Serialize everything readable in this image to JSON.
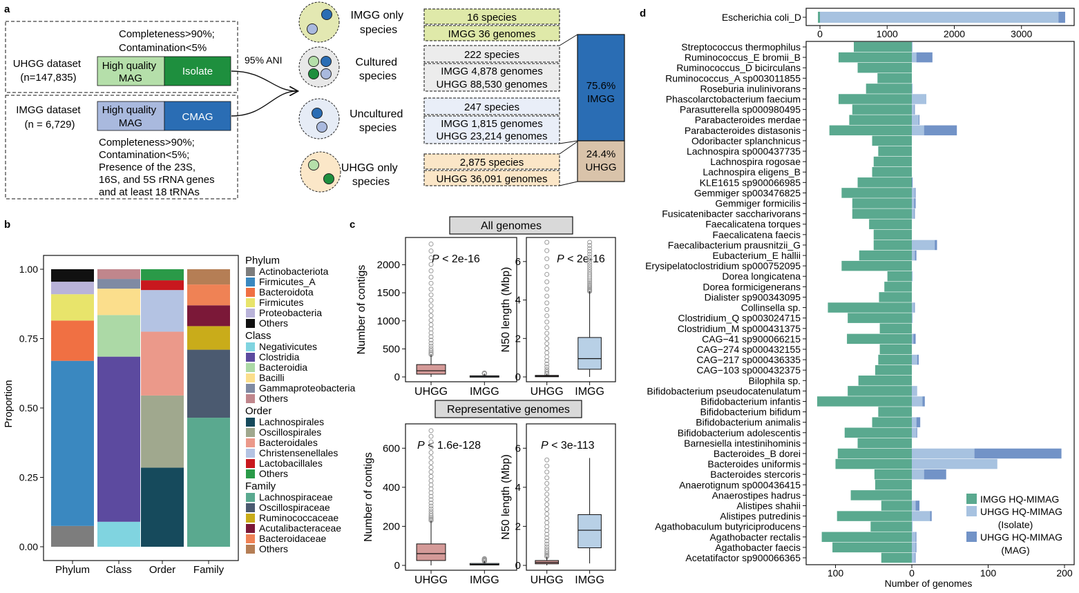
{
  "panel_a": {
    "label": "a",
    "uhgg_dataset": [
      "UHGG dataset",
      "(n=147,835)"
    ],
    "uhgg_criteria": [
      "Completeness>90%;",
      "Contamination<5%"
    ],
    "uhgg_box_left": [
      "High quality",
      "MAG"
    ],
    "uhgg_box_right": "Isolate",
    "imgg_dataset": [
      "IMGG dataset",
      "(n = 6,729)"
    ],
    "imgg_box_left": [
      "High quality",
      "MAG"
    ],
    "imgg_box_right": "CMAG",
    "imgg_criteria": [
      "Completeness>90%;",
      "Contamination<5%;",
      "Presence of the 23S,",
      "16S, and 5S rRNA  genes",
      "and at least 18 tRNAs"
    ],
    "ani": "95% ANI",
    "categories": [
      {
        "name": [
          "IMGG only",
          "species"
        ],
        "fill": "#e3e8b2"
      },
      {
        "name": [
          "Cultured",
          "species"
        ],
        "fill": "#e8e8e8"
      },
      {
        "name": [
          "Uncultured",
          "species"
        ],
        "fill": "#e6ecf6"
      },
      {
        "name": [
          "UHGG only",
          "species"
        ],
        "fill": "#fbe7c8"
      }
    ],
    "boxes": [
      {
        "lines": [
          "16 species",
          "IMGG 36 genomes"
        ],
        "fill": "#dfe9a9"
      },
      {
        "lines": [
          "222 species",
          "IMGG 4,878 genomes",
          "UHGG 88,530 genomes"
        ],
        "fill": "#ececec"
      },
      {
        "lines": [
          "247 species",
          "IMGG 1,815 genomes",
          "UHGG 23,214 genomes"
        ],
        "fill": "#e9eef8"
      },
      {
        "lines": [
          "2,875 species",
          "UHGG 36,091 genomes"
        ],
        "fill": "#fbe6c7"
      }
    ],
    "share": [
      {
        "value": "75.6%",
        "label": "IMGG",
        "fill": "#2a6db4"
      },
      {
        "value": "24.4%",
        "label": "UHGG",
        "fill": "#d9c3aa"
      }
    ]
  },
  "panel_b": {
    "label": "b",
    "ylabel": "Proportion",
    "yticks": [
      "0.00",
      "0.25",
      "0.50",
      "0.75",
      "1.00"
    ],
    "legend": [
      {
        "title": "Phylum",
        "items": [
          [
            "Actinobacteriota",
            "#7d7d7d"
          ],
          [
            "Firmicutes_A",
            "#3a88c0"
          ],
          [
            "Bacteroidota",
            "#f07043"
          ],
          [
            "Firmicutes",
            "#e8e46b"
          ],
          [
            "Proteobacteria",
            "#b9b3d9"
          ],
          [
            "Others",
            "#111111"
          ]
        ]
      },
      {
        "title": "Class",
        "items": [
          [
            "Negativicutes",
            "#80d4e0"
          ],
          [
            "Clostridia",
            "#5c4a9f"
          ],
          [
            "Bacteroidia",
            "#acd9a6"
          ],
          [
            "Bacilli",
            "#fbde8c"
          ],
          [
            "Gammaproteobacteria",
            "#7f8aa3"
          ],
          [
            "Others",
            "#c0868c"
          ]
        ]
      },
      {
        "title": "Order",
        "items": [
          [
            "Lachnospirales",
            "#164a5c"
          ],
          [
            "Oscillospirales",
            "#a0a88e"
          ],
          [
            "Bacteroidales",
            "#eb998a"
          ],
          [
            "Christensenellales",
            "#b4c3e3"
          ],
          [
            "Lactobacillales",
            "#c8181e"
          ],
          [
            "Others",
            "#2a9a48"
          ]
        ]
      },
      {
        "title": "Family",
        "items": [
          [
            "Lachnospiraceae",
            "#5aa98f"
          ],
          [
            "Oscillospiraceae",
            "#4b5a70"
          ],
          [
            "Ruminococcaceae",
            "#c9ac1a"
          ],
          [
            "Acutalibacteraceae",
            "#7b1838"
          ],
          [
            "Bacteroidaceae",
            "#ef8255"
          ],
          [
            "Others",
            "#b57e55"
          ]
        ]
      }
    ]
  },
  "panel_c": {
    "label": "c",
    "group1_title": "All genomes",
    "group2_title": "Representative genomes",
    "plots": [
      {
        "ylabel": "Number of contigs",
        "pval": "< 2e-16",
        "yticks": [
          "0",
          "500",
          "1000",
          "1500",
          "2000"
        ]
      },
      {
        "ylabel": "N50 length (Mbp)",
        "pval": "< 2e-16",
        "yticks": [
          "0",
          "2",
          "4",
          "6"
        ]
      },
      {
        "ylabel": "Number of contigs",
        "pval": "< 1.6e-128",
        "yticks": [
          "0",
          "200",
          "400",
          "600"
        ]
      },
      {
        "ylabel": "N50 length (Mbp)",
        "pval": " < 3e-113",
        "yticks": [
          "0",
          "2",
          "4",
          "6"
        ]
      }
    ],
    "p_letter": "P",
    "xcats": [
      "UHGG",
      "IMGG"
    ]
  },
  "panel_d": {
    "label": "d",
    "xlabel": "Number of genomes",
    "top_ticks": [
      "0",
      "1000",
      "2000",
      "3000"
    ],
    "bottom_ticks": [
      "100",
      "0",
      "100",
      "200"
    ],
    "legend": [
      {
        "label": [
          "IMGG HQ-MIMAG"
        ],
        "color": "#5aa98f"
      },
      {
        "label": [
          "UHGG HQ-MIMAG",
          "(Isolate)"
        ],
        "color": "#a7c2e0"
      },
      {
        "label": [
          "UHGG HQ-MIMAG",
          "(MAG)"
        ],
        "color": "#7293c7"
      }
    ],
    "colors": {
      "imgg": "#5aa98f",
      "isolate": "#a7c2e0",
      "mag": "#7293c7"
    }
  },
  "chart_data": [
    {
      "type": "bar",
      "stacked": true,
      "ylabel": "Proportion",
      "ylim": [
        0,
        1
      ],
      "categories": [
        "Phylum",
        "Class",
        "Order",
        "Family"
      ],
      "stacks": {
        "Phylum": [
          [
            "Actinobacteriota",
            0.075
          ],
          [
            "Firmicutes_A",
            0.595
          ],
          [
            "Bacteroidota",
            0.145
          ],
          [
            "Firmicutes",
            0.095
          ],
          [
            "Proteobacteria",
            0.045
          ],
          [
            "Others",
            0.045
          ]
        ],
        "Class": [
          [
            "Negativicutes",
            0.09
          ],
          [
            "Clostridia",
            0.595
          ],
          [
            "Bacteroidia",
            0.15
          ],
          [
            "Bacilli",
            0.095
          ],
          [
            "Gammaproteobacteria",
            0.035
          ],
          [
            "Others",
            0.035
          ]
        ],
        "Order": [
          [
            "Lachnospirales",
            0.285
          ],
          [
            "Oscillospirales",
            0.26
          ],
          [
            "Bacteroidales",
            0.23
          ],
          [
            "Christensenellales",
            0.15
          ],
          [
            "Lactobacillales",
            0.035
          ],
          [
            "Others",
            0.04
          ]
        ],
        "Family": [
          [
            "Lachnospiraceae",
            0.465
          ],
          [
            "Oscillospiraceae",
            0.245
          ],
          [
            "Ruminococcaceae",
            0.085
          ],
          [
            "Acutalibacteraceae",
            0.075
          ],
          [
            "Bacteroidaceae",
            0.075
          ],
          [
            "Others",
            0.055
          ]
        ]
      }
    },
    {
      "type": "box",
      "title": "All genomes",
      "ylabel": "Number of contigs",
      "ylim": [
        0,
        2400
      ],
      "categories": [
        "UHGG",
        "IMGG"
      ],
      "boxes": [
        {
          "q1": 50,
          "median": 110,
          "q3": 220,
          "whislo": 0,
          "whishi": 400,
          "outliers_max": 2370
        },
        {
          "q1": 5,
          "median": 10,
          "q3": 20,
          "whislo": 0,
          "whishi": 60,
          "outliers_max": 70
        }
      ]
    },
    {
      "type": "box",
      "title": "All genomes",
      "ylabel": "N50 length (Mbp)",
      "ylim": [
        0,
        7
      ],
      "categories": [
        "UHGG",
        "IMGG"
      ],
      "boxes": [
        {
          "q1": 0.02,
          "median": 0.04,
          "q3": 0.08,
          "whislo": 0,
          "whishi": 0.15,
          "outliers_max": 7.0
        },
        {
          "q1": 0.4,
          "median": 0.95,
          "q3": 2.05,
          "whislo": 0,
          "whishi": 4.45,
          "outliers_max": 7.0
        }
      ]
    },
    {
      "type": "box",
      "title": "Representative genomes",
      "ylabel": "Number of contigs",
      "ylim": [
        0,
        700
      ],
      "categories": [
        "UHGG",
        "IMGG"
      ],
      "boxes": [
        {
          "q1": 25,
          "median": 60,
          "q3": 110,
          "whislo": 0,
          "whishi": 230,
          "outliers_max": 690
        },
        {
          "q1": 2,
          "median": 5,
          "q3": 10,
          "whislo": 0,
          "whishi": 22,
          "outliers_max": 35
        }
      ]
    },
    {
      "type": "box",
      "title": "Representative genomes",
      "ylabel": "N50 length (Mbp)",
      "ylim": [
        0,
        7
      ],
      "categories": [
        "UHGG",
        "IMGG"
      ],
      "boxes": [
        {
          "q1": 0.08,
          "median": 0.15,
          "q3": 0.25,
          "whislo": 0,
          "whishi": 0.45,
          "outliers_max": 5.4
        },
        {
          "q1": 0.9,
          "median": 1.8,
          "q3": 2.6,
          "whislo": 0.1,
          "whishi": 5.5,
          "outliers_max": 5.5
        }
      ]
    },
    {
      "type": "bar",
      "orientation": "horizontal",
      "xlabel": "",
      "categories": [
        "Escherichia coli_D"
      ],
      "series": [
        {
          "name": "IMGG HQ-MIMAG",
          "values": [
            30
          ]
        },
        {
          "name": "UHGG HQ-MIMAG (Isolate)",
          "values": [
            3550
          ]
        },
        {
          "name": "UHGG HQ-MIMAG (MAG)",
          "values": [
            100
          ]
        }
      ],
      "xlim": [
        -50,
        3800
      ]
    },
    {
      "type": "bar",
      "orientation": "horizontal",
      "diverging": true,
      "xlabel": "Number of genomes",
      "xlim": [
        -125,
        200
      ],
      "categories": [
        "Streptococcus thermophilus",
        "Ruminococcus_E bromii_B",
        "Ruminococcus_D bicirculans",
        "Ruminococcus_A sp003011855",
        "Roseburia inulinivorans",
        "Phascolarctobacterium faecium",
        "Parasutterella sp000980495",
        "Parabacteroides merdae",
        "Parabacteroides distasonis",
        "Odoribacter splanchnicus",
        "Lachnospira sp000437735",
        "Lachnospira rogosae",
        "Lachnospira eligens_B",
        "KLE1615 sp900066985",
        "Gemmiger sp003476825",
        "Gemmiger formicilis",
        "Fusicatenibacter saccharivorans",
        "Faecalicatena torques",
        "Faecalicatena faecis",
        "Faecalibacterium prausnitzii_G",
        "Eubacterium_E hallii",
        "Erysipelatoclostridium sp000752095",
        "Dorea longicatena",
        "Dorea formicigenerans",
        "Dialister sp900343095",
        "Collinsella sp.",
        "Clostridium_Q sp003024715",
        "Clostridium_M sp000431375",
        "CAG−41 sp900066215",
        "CAG−274 sp000432155",
        "CAG−217 sp000436335",
        "CAG−103 sp000432375",
        "Bilophila sp.",
        "Bifidobacterium pseudocatenulatum",
        "Bifidobacterium infantis",
        "Bifidobacterium bifidum",
        "Bifidobacterium animalis",
        "Bifidobacterium adolescentis",
        "Barnesiella intestinihominis",
        "Bacteroides_B dorei",
        "Bacteroides uniformis",
        "Bacteroides stercoris",
        "Anaerotignum sp000436415",
        "Anaerostipes hadrus",
        "Alistipes shahii",
        "Alistipes putredinis",
        "Agathobaculum butyriciproducens",
        "Agathobacter rectalis",
        "Agathobacter faecis",
        "Acetatifactor sp900066365"
      ],
      "series": [
        {
          "name": "IMGG HQ-MIMAG",
          "values": [
            76,
            96,
            71,
            45,
            60,
            96,
            78,
            82,
            108,
            52,
            44,
            50,
            52,
            71,
            92,
            78,
            78,
            56,
            50,
            50,
            69,
            92,
            32,
            36,
            43,
            110,
            84,
            42,
            85,
            42,
            44,
            48,
            70,
            84,
            124,
            44,
            52,
            88,
            71,
            97,
            100,
            49,
            48,
            80,
            40,
            98,
            54,
            118,
            104,
            40
          ]
        },
        {
          "name": "UHGG HQ-MIMAG (Isolate)",
          "values": [
            1,
            6,
            0,
            0,
            1,
            19,
            3,
            9,
            16,
            0,
            0,
            0,
            0,
            0,
            4,
            3,
            3,
            0,
            0,
            30,
            4,
            0,
            1,
            0,
            0,
            3,
            1,
            0,
            2,
            0,
            7,
            0,
            0,
            7,
            14,
            0,
            6,
            6,
            0,
            82,
            112,
            16,
            0,
            0,
            5,
            24,
            1,
            5,
            5,
            4
          ]
        },
        {
          "name": "UHGG HQ-MIMAG (MAG)",
          "values": [
            0,
            21,
            0,
            0,
            0,
            0,
            1,
            1,
            43,
            0,
            0,
            0,
            0,
            1,
            1,
            2,
            1,
            0,
            0,
            3,
            2,
            0,
            0,
            0,
            0,
            1,
            0,
            0,
            3,
            0,
            2,
            0,
            0,
            0,
            3,
            0,
            5,
            1,
            0,
            114,
            0,
            29,
            0,
            0,
            5,
            2,
            0,
            1,
            1,
            1
          ]
        }
      ]
    }
  ]
}
